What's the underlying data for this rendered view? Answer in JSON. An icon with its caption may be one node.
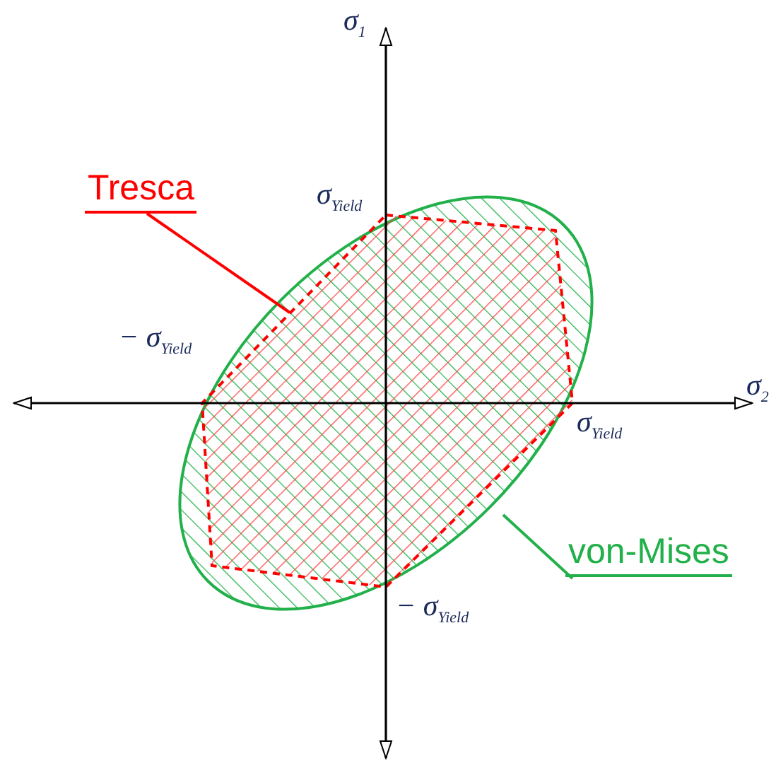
{
  "diagram": {
    "nodes": [
      {
        "text": [
          "Tresca"
        ]
      },
      {
        "text": [],
        "shape": "hexagon",
        "in": 3
      },
      {
        "text": [
          "von-Mises"
        ]
      },
      {
        "text": [],
        "shape": "ellipse"
      }
    ],
    "edges": [
      {
        "from": 0,
        "to": 1,
        "arrow": "none",
        "color": "#ff0000"
      },
      {
        "from": 2,
        "to": 3,
        "arrow": "none",
        "color": "#22b04a"
      }
    ],
    "labels": [
      "σ$_{1}$",
      "σ$_{Yield}$",
      "− σ$_{Yield}$",
      "σ$_{2}$",
      "σ$_{Yield}$",
      "− σ$_{Yield}$"
    ]
  }
}
